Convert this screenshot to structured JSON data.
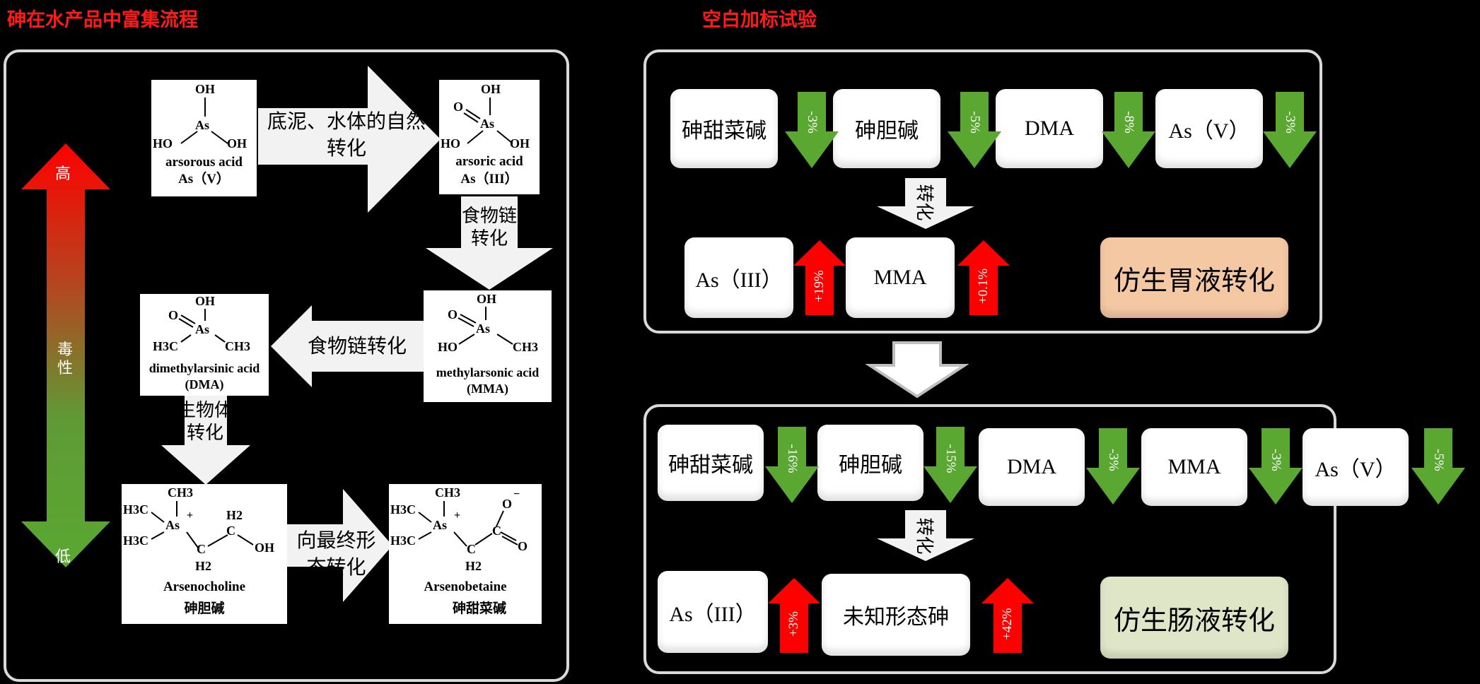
{
  "left_title": "砷在水产品中富集流程",
  "right_title": "空白加标试验",
  "toxicity": {
    "high": "高",
    "label": "毒性",
    "low": "低"
  },
  "compounds": {
    "arsorous": {
      "oh_top": "OH",
      "as": "As",
      "ho": "HO",
      "oh": "OH",
      "name": "arsorous acid",
      "sub": "As（V）"
    },
    "arsoric": {
      "oh_top": "OH",
      "o": "O",
      "as": "As",
      "ho": "HO",
      "oh": "OH",
      "name": "arsoric acid",
      "sub": "As（III）"
    },
    "dma": {
      "oh": "OH",
      "o": "O",
      "as": "As",
      "ch3_left": "H3C",
      "ch3_right": "CH3",
      "name": "dimethylarsinic acid",
      "sub": "(DMA)"
    },
    "mma": {
      "oh": "OH",
      "o": "O",
      "as": "As",
      "ho": "HO",
      "ch3": "CH3",
      "name": "methylarsonic acid",
      "sub": "(MMA)"
    },
    "arsenocholine": {
      "ch3_top": "CH3",
      "h3c_1": "H3C",
      "h3c_2": "H3C",
      "as": "As",
      "plus": "+",
      "c1": "C",
      "c2": "C",
      "h2_a": "H2",
      "h2_b": "H2",
      "oh": "OH",
      "name": "Arsenocholine",
      "cn": "砷胆碱"
    },
    "arsenobetaine": {
      "ch3_top": "CH3",
      "h3c_1": "H3C",
      "h3c_2": "H3C",
      "as": "As",
      "plus": "+",
      "c1": "C",
      "c2": "C",
      "h2": "H2",
      "o_top": "O",
      "minus": "−",
      "o_right": "O",
      "name": "Arsenobetaine",
      "cn": "砷甜菜碱"
    }
  },
  "flow_arrows": {
    "natural": "底泥、水体的自然转化",
    "foodchain_1": "食物链转化",
    "foodchain_2": "食物链转化",
    "bio": "生物体转化",
    "final": "向最终形态转化"
  },
  "gastric": {
    "boxes": [
      "砷甜菜碱",
      "砷胆碱",
      "DMA",
      "As（V）"
    ],
    "decreases": [
      "-3%",
      "-5%",
      "-8%",
      "-3%"
    ],
    "convert": "转化",
    "products": [
      "As（III）",
      "MMA"
    ],
    "increases": [
      "+19%",
      "+0.1%"
    ],
    "label": "仿生胃液转化"
  },
  "intestinal": {
    "boxes": [
      "砷甜菜碱",
      "砷胆碱",
      "DMA",
      "MMA",
      "As（V）"
    ],
    "decreases": [
      "-16%",
      "-15%",
      "-3%",
      "-3%",
      "-5%"
    ],
    "convert": "转化",
    "products": [
      "As（III）",
      "未知形态砷"
    ],
    "increases": [
      "+3%",
      "+42%"
    ],
    "label": "仿生肠液转化"
  },
  "colors": {
    "title": "#ff1a1a",
    "green": "#5aa832",
    "red": "#ff0000",
    "gastric_label_bg": "#f5c8a4",
    "intestinal_label_bg": "#dfe6c8"
  }
}
